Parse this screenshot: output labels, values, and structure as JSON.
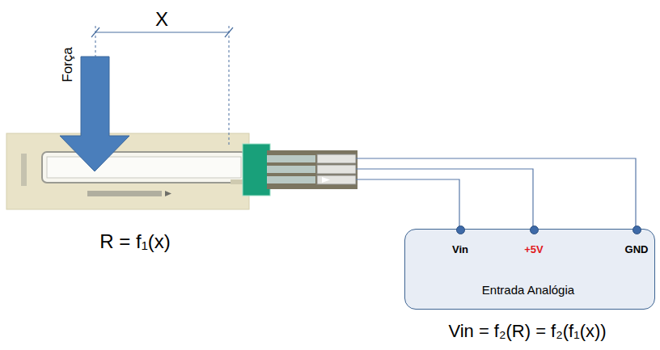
{
  "diagram": {
    "nodes": [
      {
        "text": [
          "Vin",
          "+5V",
          "GND",
          "Entrada Analógia"
        ]
      }
    ],
    "labels": [
      "X",
      "Força",
      "R = f₁(x)",
      "Vin = f₂(R) = f₂(f₁(x))"
    ]
  }
}
